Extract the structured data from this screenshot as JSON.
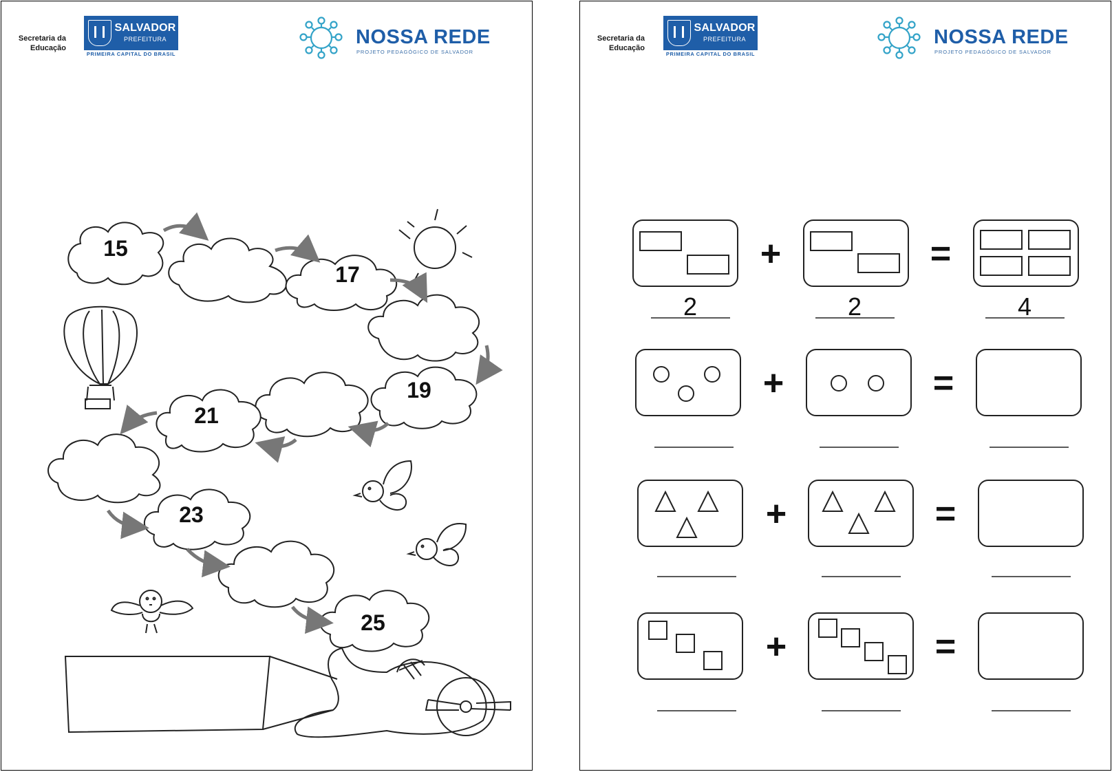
{
  "header": {
    "secretaria_line1": "Secretaria da",
    "secretaria_line2": "Educação",
    "salvador_name": "SALVADOR",
    "salvador_sub": "PREFEITURA",
    "salvador_tagline": "PRIMEIRA CAPITAL DO BRASIL",
    "nossa_title": "NOSSA REDE",
    "nossa_sub": "PROJETO PEDAGÓGICO DE SALVADOR"
  },
  "sequence_activity": {
    "cloud_numbers": [
      "15",
      "17",
      "19",
      "21",
      "23",
      "25"
    ]
  },
  "addition_activity": {
    "operator_plus": "+",
    "operator_equals": "=",
    "rows": [
      {
        "shape": "rectangle",
        "left_count": 2,
        "right_count": 2,
        "answers": [
          "2",
          "2",
          "4"
        ]
      },
      {
        "shape": "circle",
        "left_count": 3,
        "right_count": 2,
        "answers": [
          "",
          "",
          ""
        ]
      },
      {
        "shape": "triangle",
        "left_count": 3,
        "right_count": 3,
        "answers": [
          "",
          "",
          ""
        ]
      },
      {
        "shape": "square",
        "left_count": 3,
        "right_count": 4,
        "answers": [
          "",
          "",
          ""
        ]
      }
    ]
  }
}
